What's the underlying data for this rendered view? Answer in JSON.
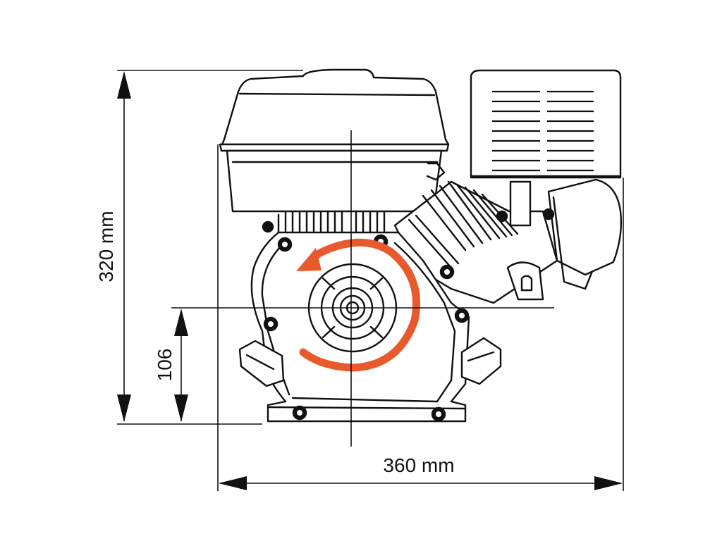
{
  "dimensions": {
    "height": "320 mm",
    "shaft_height": "106",
    "width": "360 mm"
  },
  "colors": {
    "line": "#111111",
    "rotation_arrow": "#e8592b",
    "background": "#ffffff"
  }
}
